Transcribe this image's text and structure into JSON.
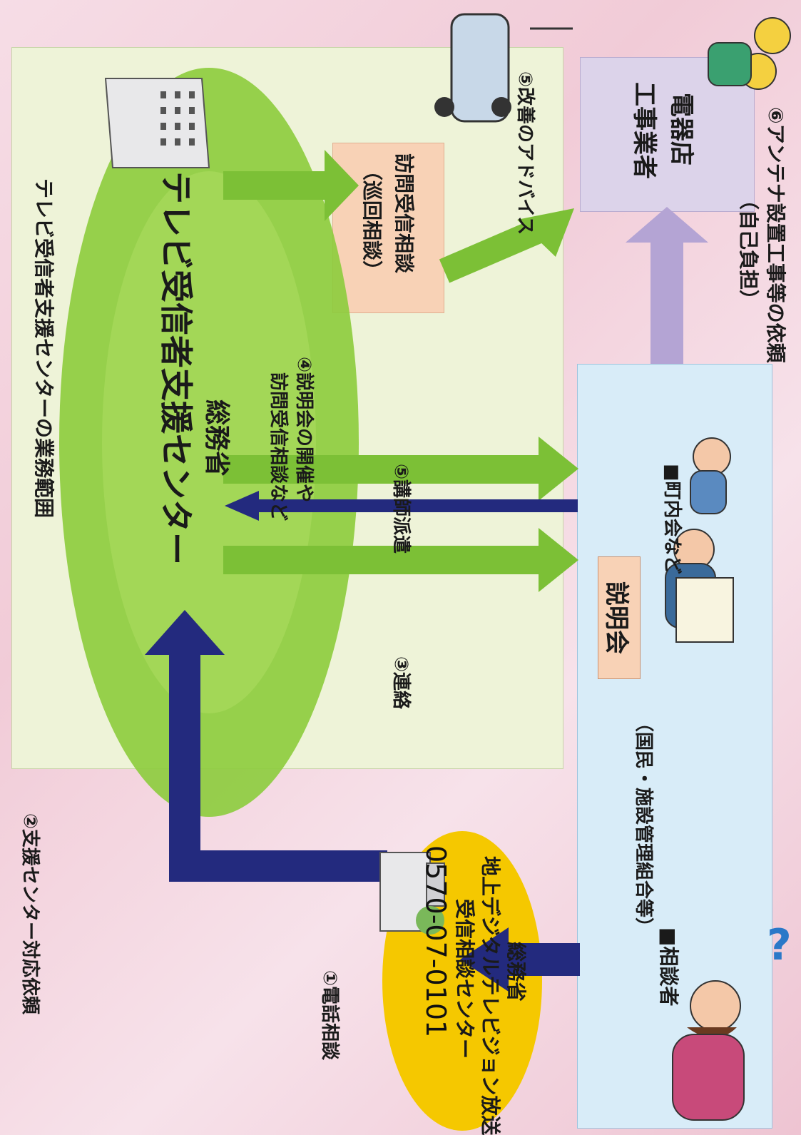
{
  "steps": {
    "s1": "①電話相談",
    "s2": "②支援センター対応依頼",
    "s3": "③連絡",
    "s4": [
      "④説明会の開催や",
      "訪問受信相談など"
    ],
    "s5a": "⑤講師派遣",
    "s5b": "⑤改善のアドバイス",
    "s6": [
      "⑥アンテナ設置工事等の依頼",
      "（自己負担）"
    ]
  },
  "consultant": {
    "title": "■相談者",
    "sub": "（国民・施設管理組合等）"
  },
  "neighborhood": "■町内会など",
  "briefing_label": "説明会",
  "callcenter": {
    "line1": "総務省",
    "line2": "地上デジタルテレビジョン放送",
    "line3": "受信相談センター",
    "phone": "0570-07-0101"
  },
  "support_center": {
    "line1": "総務省",
    "line2": "テレビ受信者支援センター"
  },
  "visit_consult": {
    "line1": "訪問受信相談",
    "line2": "（巡回相談）"
  },
  "electrician": {
    "line1": "電器店",
    "line2": "工事業者"
  },
  "scope_caption": "テレビ受信者支援センターの業務範囲",
  "colors": {
    "navy_arrow": "#232a7e",
    "green_arrow": "#7cc036",
    "purple_arrow": "#b4a4d4",
    "light_blue_box": "#d8ecf8",
    "green_panel": "#eef3d8",
    "lavender_box": "#dcd3ea",
    "peach_box": "#f8d2b6",
    "yellow_ellipse": "#f5c800",
    "green_ellipse": "#8ccc3c"
  }
}
